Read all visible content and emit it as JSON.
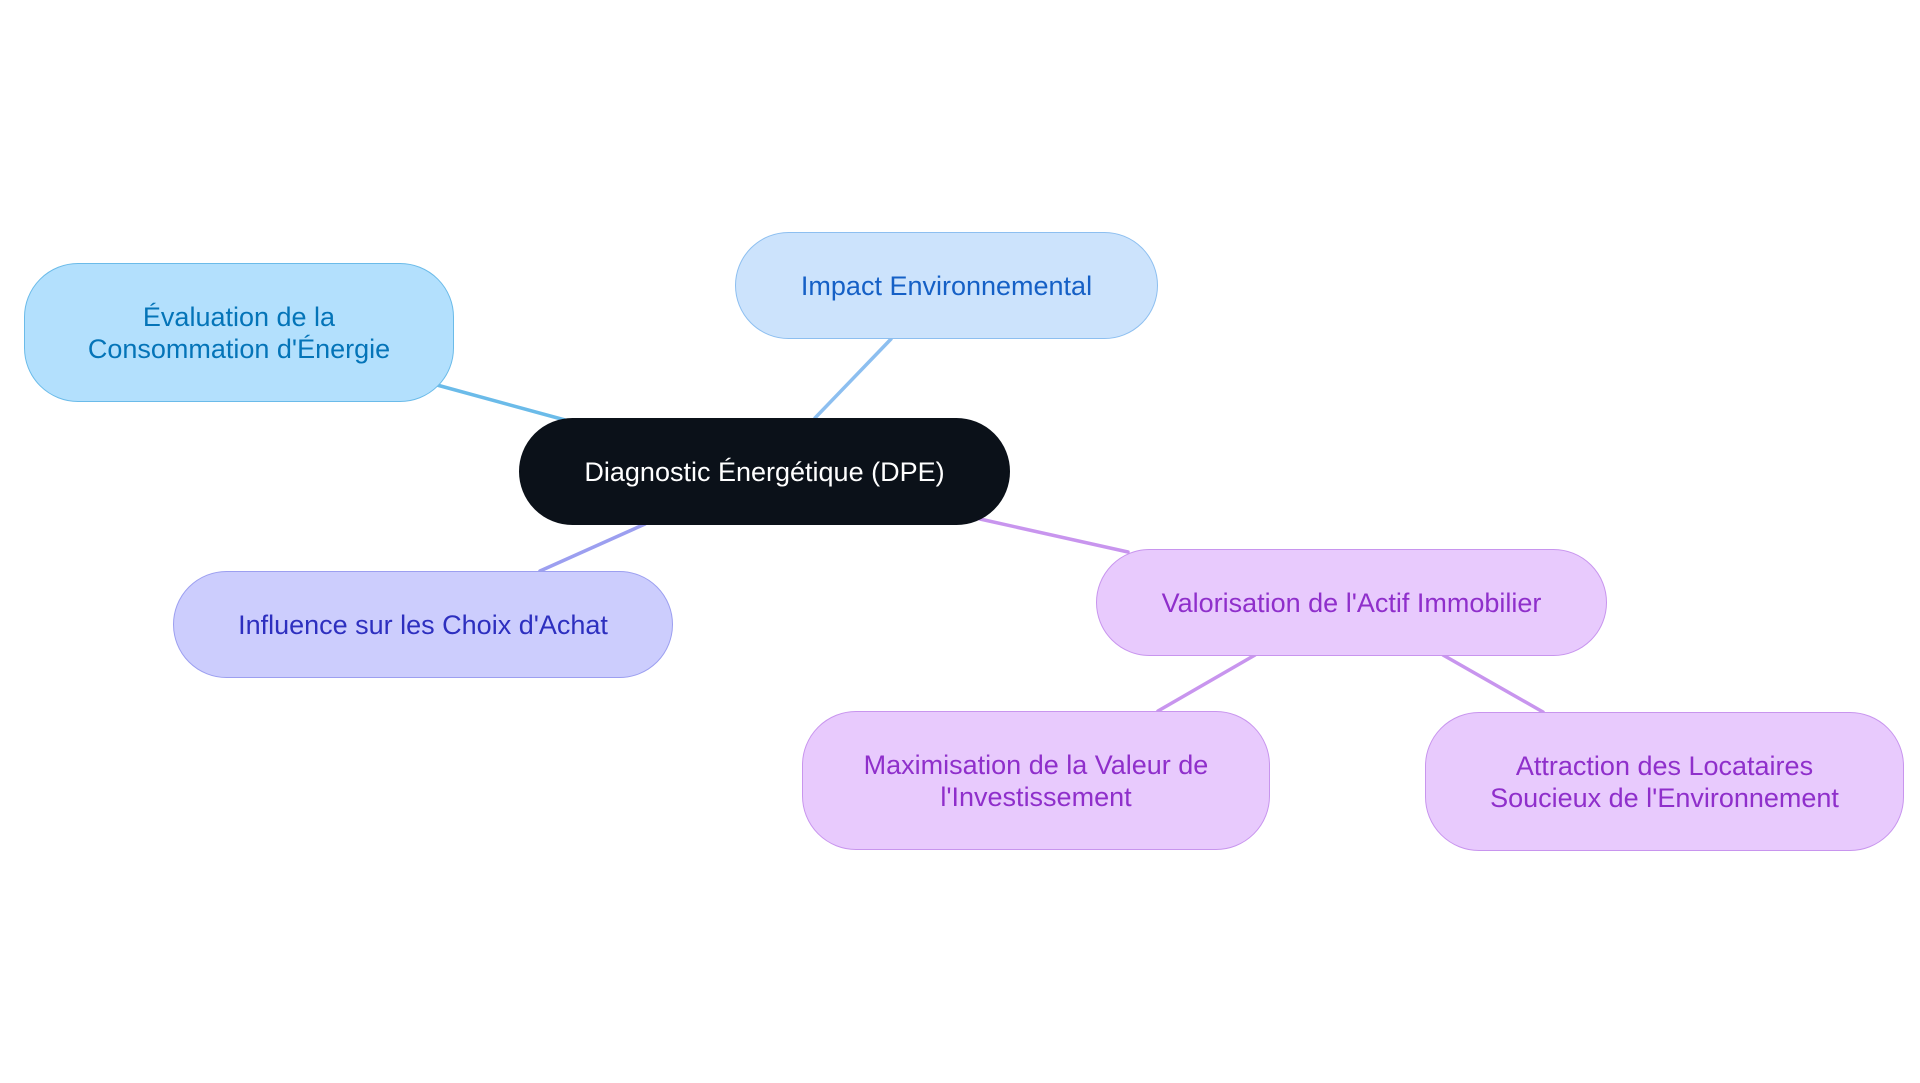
{
  "colors": {
    "background": "#ffffff",
    "root_fill": "#0b1119",
    "root_text": "#ffffff",
    "sky_fill": "#b3e0fd",
    "sky_border": "#6bbbe9",
    "sky_text": "#0474b8",
    "blue_fill": "#cce3fc",
    "blue_border": "#8dbff0",
    "blue_text": "#1560c6",
    "indigo_fill": "#cccdfd",
    "indigo_border": "#9c9ff0",
    "indigo_text": "#2d2fbf",
    "violet_fill": "#e8cafd",
    "violet_border": "#c895ee",
    "violet_text": "#8f2fcb"
  },
  "diagram": {
    "root": {
      "label": "Diagnostic Énergétique (DPE)"
    },
    "nodes": [
      {
        "id": "impact",
        "label": "Impact Environnemental",
        "theme": "blue",
        "parent": "root"
      },
      {
        "id": "evaluation",
        "label": "Évaluation de la\nConsommation d'Énergie",
        "theme": "sky",
        "parent": "root"
      },
      {
        "id": "influence",
        "label": "Influence sur les Choix d'Achat",
        "theme": "indigo",
        "parent": "root"
      },
      {
        "id": "valorisation",
        "label": "Valorisation de l'Actif Immobilier",
        "theme": "violet",
        "parent": "root"
      },
      {
        "id": "maximisation",
        "label": "Maximisation de la Valeur de\nl'Investissement",
        "theme": "violet",
        "parent": "valorisation"
      },
      {
        "id": "attraction",
        "label": "Attraction des Locataires\nSoucieux de l'Environnement",
        "theme": "violet",
        "parent": "valorisation"
      }
    ]
  }
}
